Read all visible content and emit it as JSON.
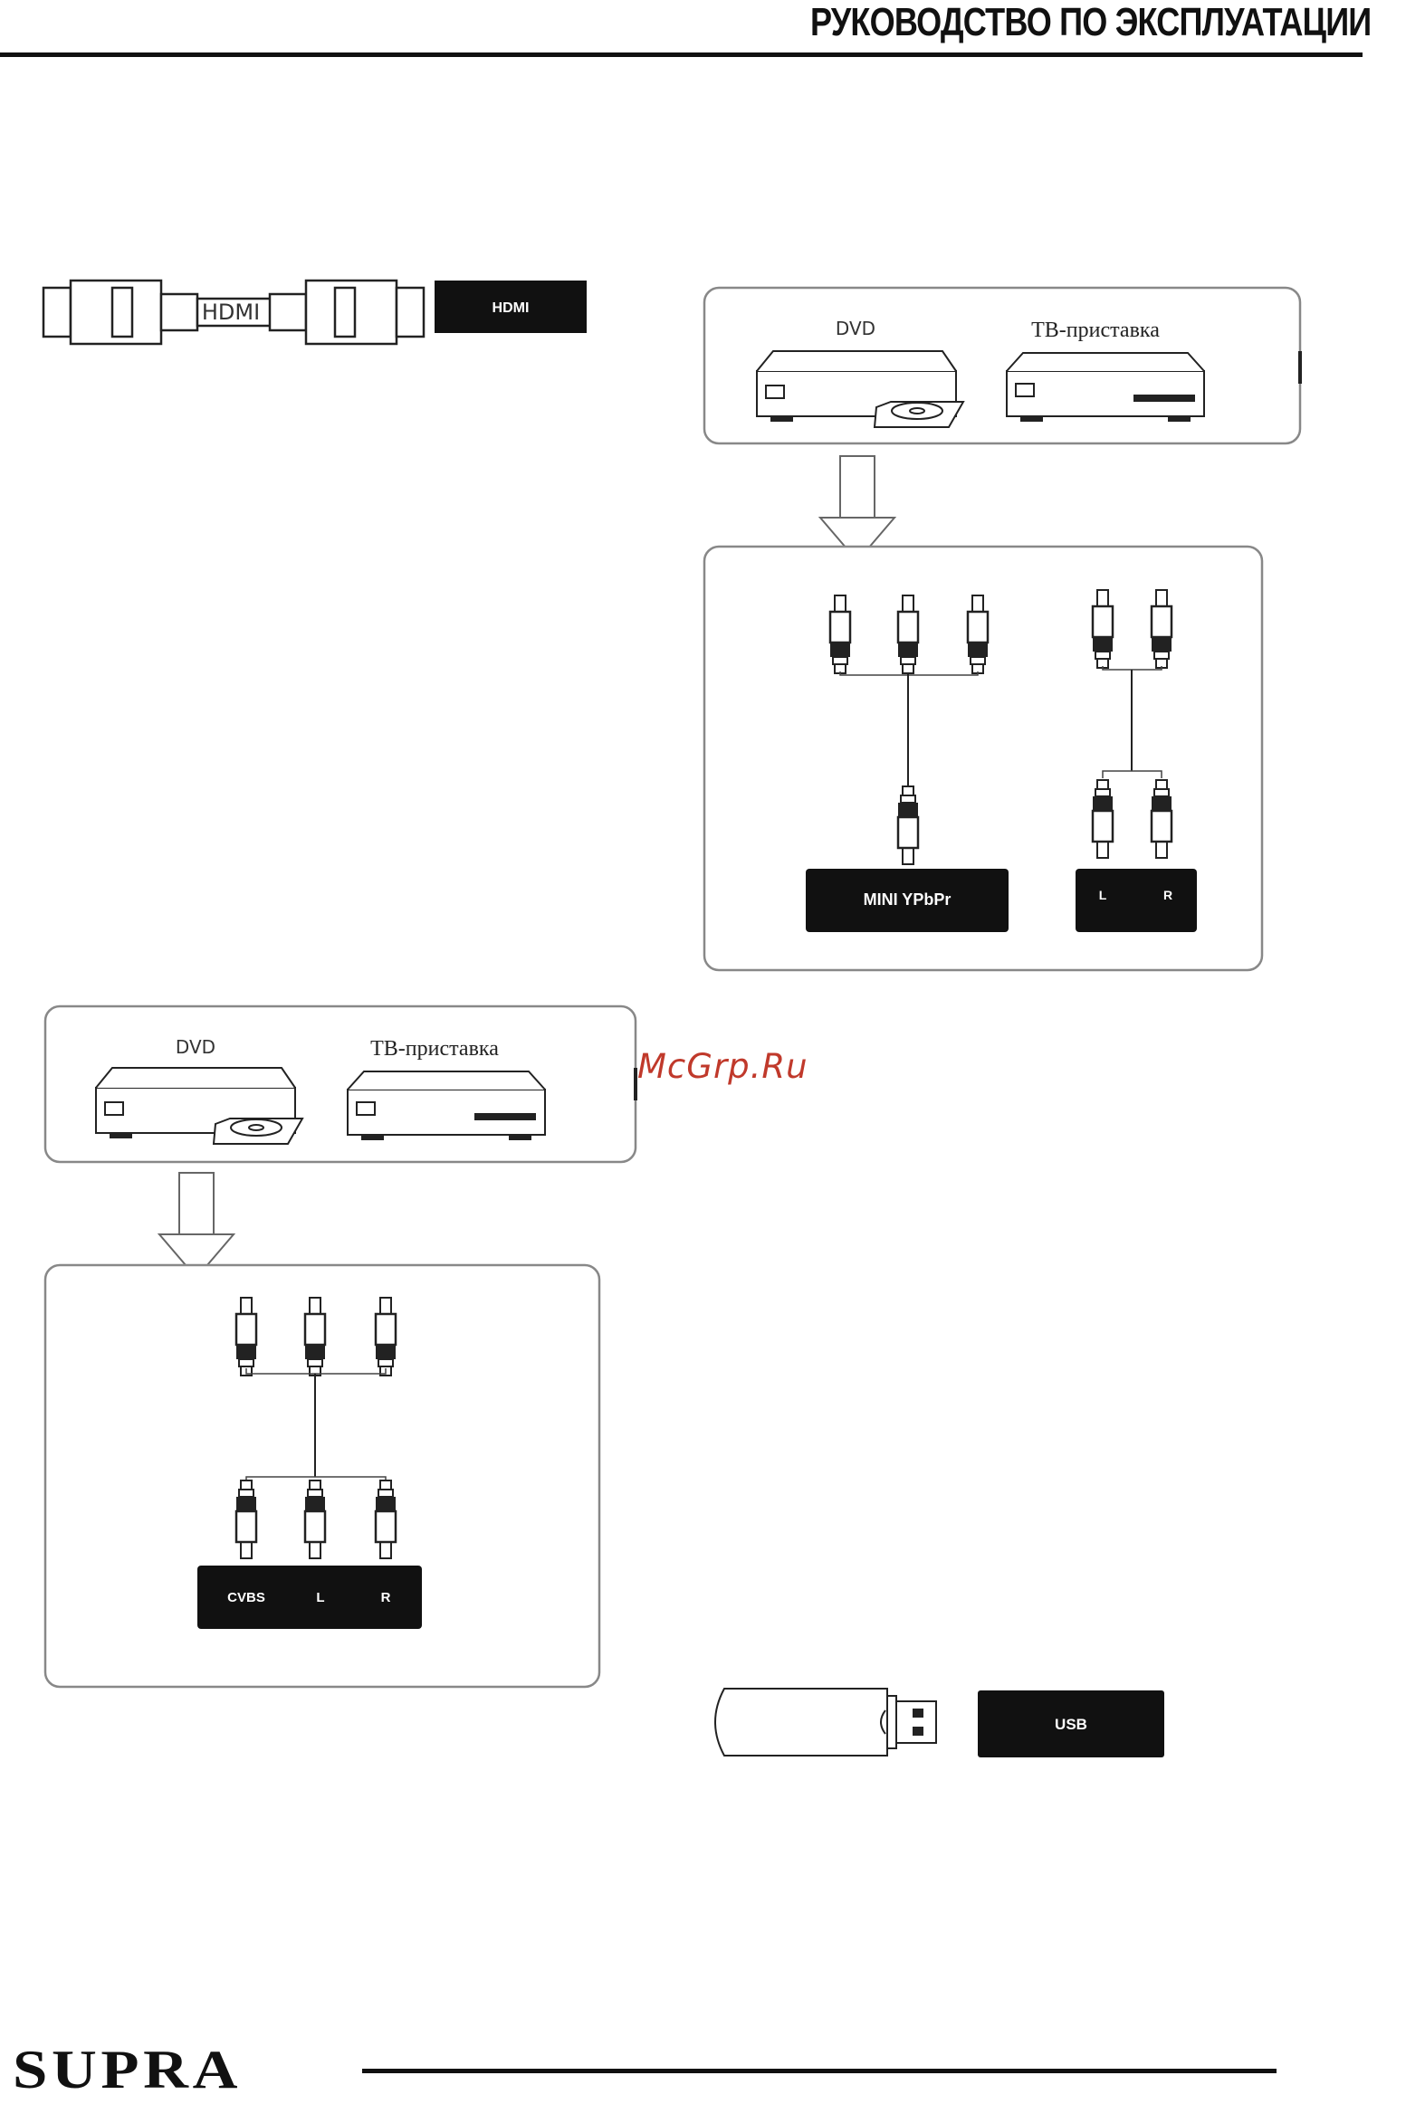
{
  "header": {
    "title": "РУКОВОДСТВО ПО ЭКСПЛУАТАЦИИ"
  },
  "watermark": {
    "text": "McGrp.Ru"
  },
  "footer": {
    "logo": "SUPRA"
  },
  "hdmi_diagram": {
    "cable_label": "HDMI",
    "port_label": "HDMI"
  },
  "ypbpr_diagram": {
    "source_devices": [
      "DVD",
      "ТВ-приставка"
    ],
    "port_video": "MINI YPbPr",
    "port_audio_left": "L",
    "port_audio_right": "R"
  },
  "av_diagram": {
    "source_devices": [
      "DVD",
      "ТВ-приставка"
    ],
    "port_cvbs": "CVBS",
    "port_left": "L",
    "port_right": "R"
  },
  "usb_diagram": {
    "port_label": "USB"
  },
  "colors": {
    "ink": "#111111",
    "port_fill": "#111111",
    "box_stroke": "#888888",
    "watermark": "#c0392b"
  }
}
